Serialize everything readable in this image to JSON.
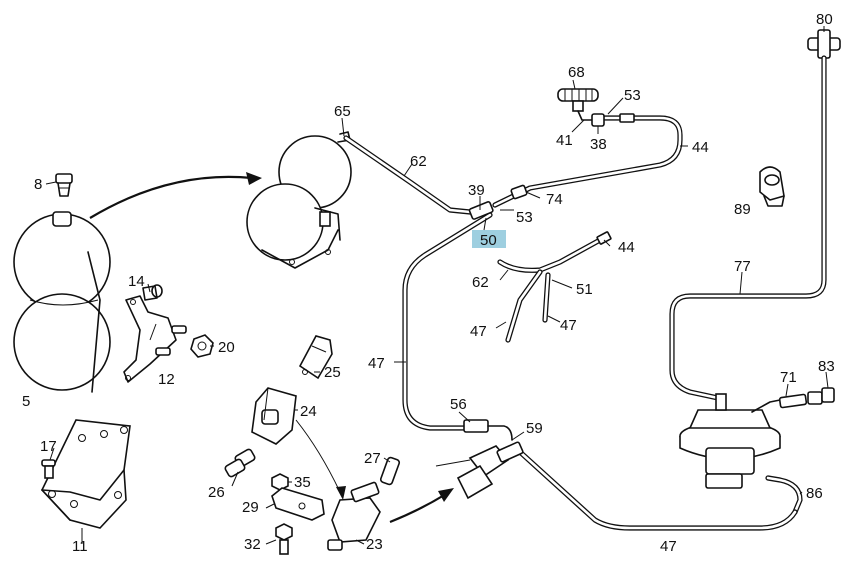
{
  "highlight_color": "#9ecfe0",
  "line_color": "#111111",
  "callouts": {
    "c5": "5",
    "c8": "8",
    "c11": "11",
    "c12": "12",
    "c14": "14",
    "c17": "17",
    "c20": "20",
    "c23": "23",
    "c24": "24",
    "c25": "25",
    "c26": "26",
    "c27": "27",
    "c29": "29",
    "c32": "32",
    "c35": "35",
    "c38": "38",
    "c39": "39",
    "c41": "41",
    "c44a": "44",
    "c44b": "44",
    "c47a": "47",
    "c47b": "47",
    "c47c": "47",
    "c47d": "47",
    "c50": "50",
    "c51": "51",
    "c53a": "53",
    "c53b": "53",
    "c56": "56",
    "c59": "59",
    "c62a": "62",
    "c62b": "62",
    "c65": "65",
    "c68": "68",
    "c71": "71",
    "c74": "74",
    "c77": "77",
    "c80": "80",
    "c83": "83",
    "c86": "86",
    "c89": "89"
  }
}
